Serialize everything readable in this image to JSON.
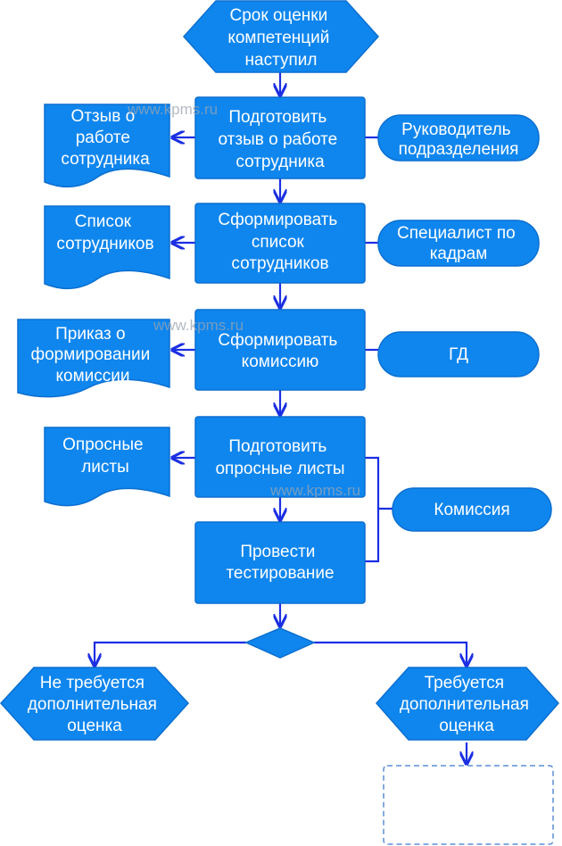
{
  "start": {
    "lines": [
      "Срок оценки",
      "компетенций",
      "наступил"
    ]
  },
  "steps": [
    {
      "lines": [
        "Подготовить",
        "отзыв о работе",
        "сотрудника"
      ]
    },
    {
      "lines": [
        "Сформировать",
        "список",
        "сотрудников"
      ]
    },
    {
      "lines": [
        "Сформировать",
        "комиссию"
      ]
    },
    {
      "lines": [
        "Подготовить",
        "опросные листы"
      ]
    },
    {
      "lines": [
        "Провести",
        "тестирование"
      ]
    }
  ],
  "documents": [
    {
      "lines": [
        "Отзыв о",
        "работе",
        "сотрудника"
      ]
    },
    {
      "lines": [
        "Список",
        "сотрудников"
      ]
    },
    {
      "lines": [
        "Приказ о",
        "формировании",
        "комиссии"
      ]
    },
    {
      "lines": [
        "Опросные",
        "листы"
      ]
    }
  ],
  "roles": [
    {
      "lines": [
        "Руководитель",
        "подразделения"
      ]
    },
    {
      "lines": [
        "Специалист по",
        "кадрам"
      ]
    },
    {
      "lines": [
        "ГД"
      ]
    },
    {
      "lines": [
        "Комиссия"
      ]
    }
  ],
  "outcomes": {
    "left": {
      "lines": [
        "Не требуется",
        "дополнительная",
        "оценка"
      ]
    },
    "right": {
      "lines": [
        "Требуется",
        "дополнительная",
        "оценка"
      ]
    }
  },
  "watermark": "www.kpms.ru",
  "colors": {
    "fill": "#0f86ee",
    "stroke": "#0b6fd0",
    "connector": "#1b2fe3",
    "text": "#ffffff",
    "placeholder": "#5b8fd6"
  }
}
